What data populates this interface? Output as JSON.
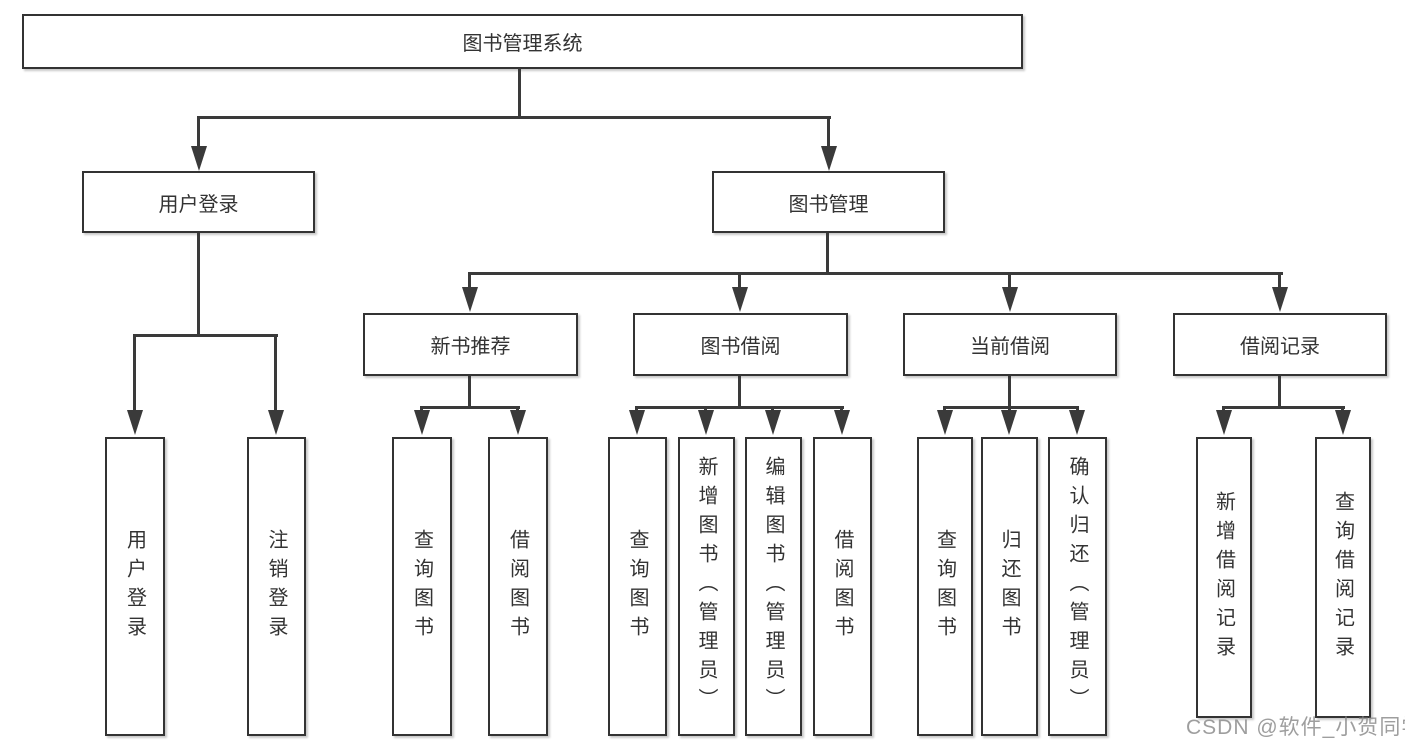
{
  "diagram_title": "图书管理系统",
  "tree": {
    "root": {
      "label": "图书管理系统",
      "children": [
        {
          "label": "用户登录",
          "children": [
            {
              "label": "用户登录"
            },
            {
              "label": "注销登录"
            }
          ]
        },
        {
          "label": "图书管理",
          "children": [
            {
              "label": "新书推荐",
              "children": [
                {
                  "label": "查询图书"
                },
                {
                  "label": "借阅图书"
                }
              ]
            },
            {
              "label": "图书借阅",
              "children": [
                {
                  "label": "查询图书"
                },
                {
                  "label": "新增图书（管理员）"
                },
                {
                  "label": "编辑图书（管理员）"
                },
                {
                  "label": "借阅图书"
                }
              ]
            },
            {
              "label": "当前借阅",
              "children": [
                {
                  "label": "查询图书"
                },
                {
                  "label": "归还图书"
                },
                {
                  "label": "确认归还（管理员）"
                }
              ]
            },
            {
              "label": "借阅记录",
              "children": [
                {
                  "label": "新增借阅记录"
                },
                {
                  "label": "查询借阅记录"
                }
              ]
            }
          ]
        }
      ]
    }
  },
  "watermark": {
    "text": "CSDN @软件_小贺同学"
  },
  "colors": {
    "line": "#3a3a3a",
    "box_border": "#333333",
    "box_background": "#ffffff",
    "text": "#333333",
    "watermark": "#868686"
  }
}
